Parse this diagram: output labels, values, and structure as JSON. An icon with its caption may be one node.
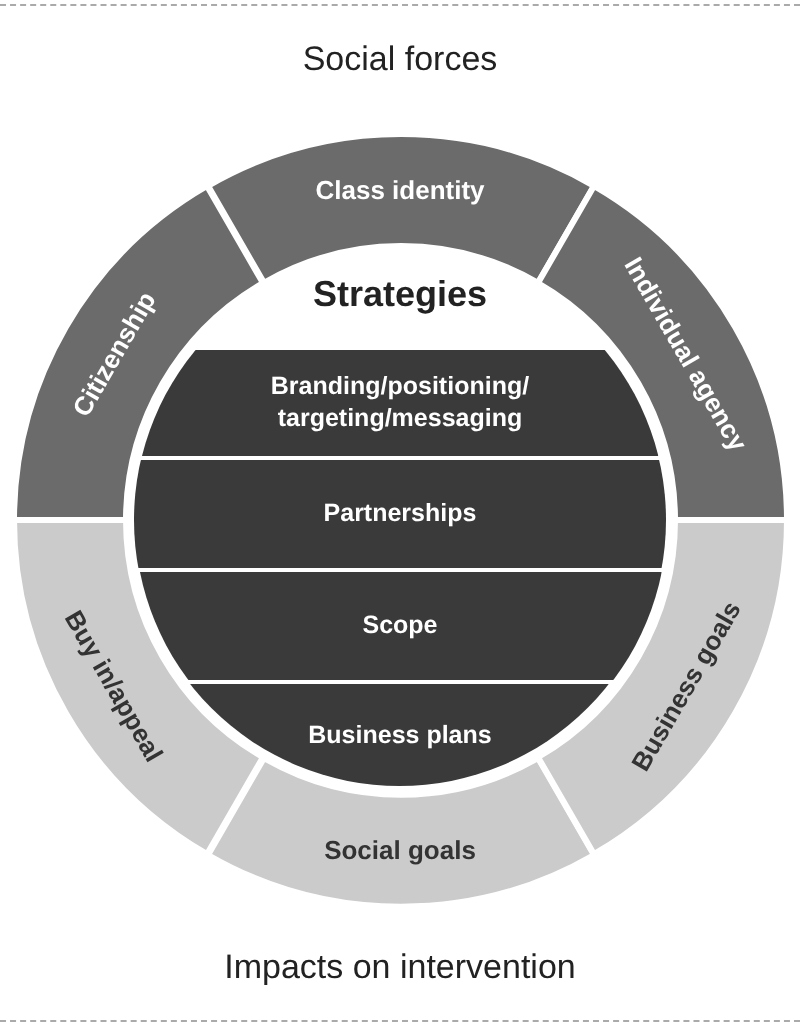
{
  "diagram": {
    "nodes": [
      {
        "text": [
          "Citizenship"
        ]
      },
      {
        "text": [
          "Class identity"
        ]
      },
      {
        "text": [
          "Individual agency"
        ]
      },
      {
        "text": [
          "Strategies"
        ]
      },
      {
        "text": [
          "Branding/positioning/ targeting/messaging"
        ],
        "in": 3
      },
      {
        "text": [
          "Partnerships"
        ],
        "in": 3
      },
      {
        "text": [
          "Scope"
        ],
        "in": 3
      },
      {
        "text": [
          "Business plans"
        ],
        "in": 3
      },
      {
        "text": [
          "Buy in/appeal"
        ]
      },
      {
        "text": [
          "Social goals"
        ]
      },
      {
        "text": [
          "Business goals"
        ]
      }
    ],
    "labels": [
      "Social forces",
      "Impacts on intervention"
    ]
  }
}
